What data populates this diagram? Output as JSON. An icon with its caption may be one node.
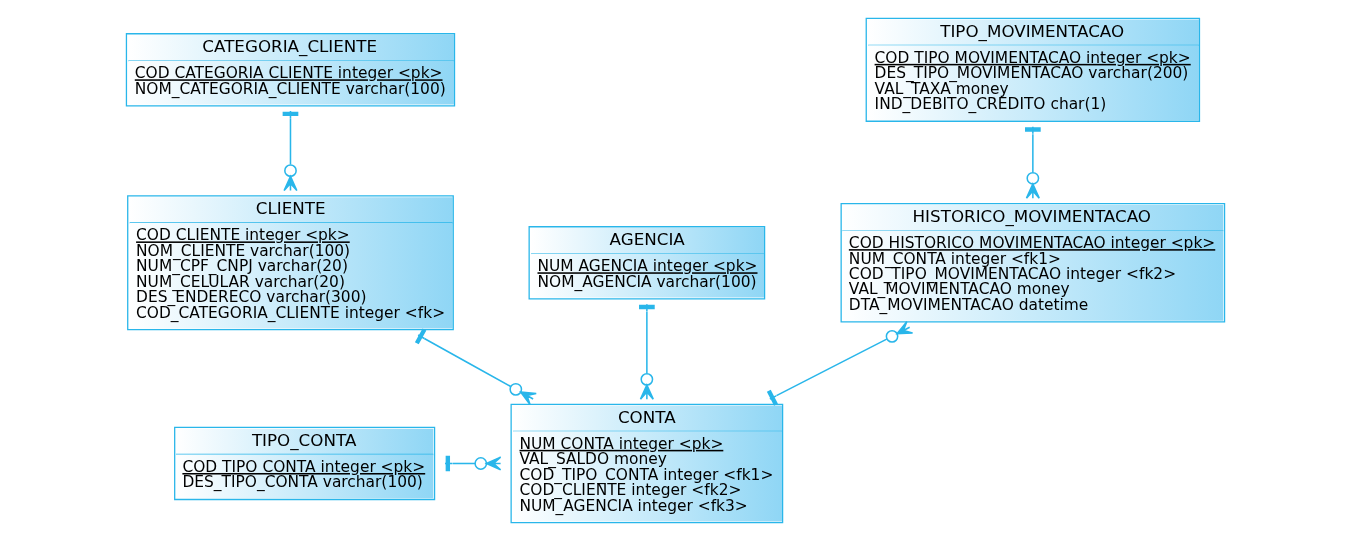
{
  "diagram": {
    "nodes": [
      {
        "text": [
          "CATEGORIA_CLIENTE",
          "COD CATEGORIA CLIENTE integer <pk>",
          "NOM_CATEGORIA_CLIENTE varchar(100)"
        ]
      },
      {
        "text": [
          "TIPO_MOVIMENTACAO",
          "COD TIPO MOVIMENTACAO integer <pk>",
          "DES_TIPO_MOVIMENTACAO varchar(200)",
          "VAL_TAXA money",
          "IND_DEBITO_CREDITO char(1)"
        ]
      },
      {
        "text": [
          "CLIENTE",
          "COD CLIENTE integer <pk>",
          "NOM_CLIENTE varchar(100)",
          "NUM_CPF_CNPJ varchar(20)",
          "NUM_CELULAR varchar(20)",
          "DES_ENDERECO varchar(300)",
          "COD_CATEGORIA_CLIENTE integer <fk>"
        ]
      },
      {
        "text": [
          "AGENCIA",
          "NUM AGENCIA integer <pk>",
          "NOM_AGENCIA varchar(100)"
        ]
      },
      {
        "text": [
          "HISTORICO_MOVIMENTACAO",
          "COD HISTORICO MOVIMENTACAO integer <pk>",
          "NUM_CONTA integer <fk1>",
          "COD_TIPO_MOVIMENTACAO integer <fk2>",
          "VAL_MOVIMENTACAO money",
          "DTA_MOVIMENTACAO datetime"
        ]
      },
      {
        "text": [
          "CONTA",
          "NUM CONTA integer <pk>",
          "VAL_SALDO money",
          "COD_TIPO_CONTA integer <fk1>",
          "COD_CLIENTE integer <fk2>",
          "NUM_AGENCIA integer <fk3>"
        ]
      },
      {
        "text": [
          "TIPO_CONTA",
          "COD TIPO CONTA integer <pk>",
          "DES_TIPO_CONTA varchar(100)"
        ]
      }
    ],
    "edges": [
      {
        "from": 0,
        "to": 2,
        "arrow": "other"
      },
      {
        "from": 1,
        "to": 4,
        "arrow": "other"
      },
      {
        "from": 3,
        "to": 5,
        "arrow": "other"
      },
      {
        "from": 2,
        "to": 5,
        "arrow": "other"
      },
      {
        "from": 6,
        "to": 5,
        "arrow": "other"
      },
      {
        "from": 5,
        "to": 4,
        "arrow": "other"
      }
    ]
  }
}
